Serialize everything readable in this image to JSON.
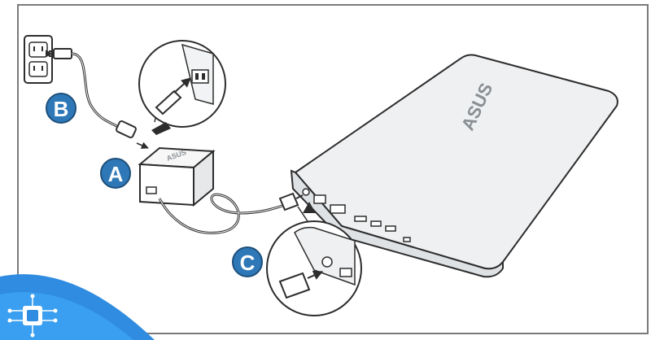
{
  "labels": {
    "a": "A",
    "b": "B",
    "c": "C"
  },
  "brand": {
    "laptop_logo": "ASUS",
    "adapter_logo": "ASUS"
  },
  "colors": {
    "frame": "#7a7a7a",
    "line": "#2d2d2d",
    "laptop_fill": "#e8eaec",
    "badge_blue": "#2e78b8",
    "corner_blue": "#2f8ce0"
  },
  "icons": [
    "wall-outlet-icon",
    "power-plug-icon",
    "ac-adapter-icon",
    "laptop-icon",
    "dc-connector-icon",
    "corner-logo-icon"
  ]
}
